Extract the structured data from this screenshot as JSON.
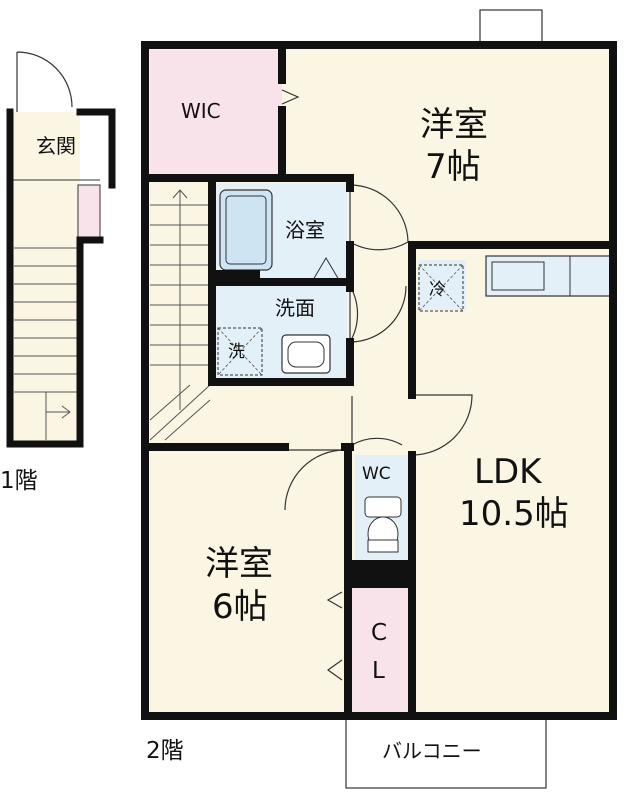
{
  "floor1": {
    "label": "1階",
    "entrance": "玄関"
  },
  "floor2": {
    "label": "2階",
    "rooms": {
      "wic": "WIC",
      "western7": {
        "name": "洋室",
        "size": "7帖"
      },
      "bath": "浴室",
      "washroom": "洗面",
      "washer": "洗",
      "fridge": "冷",
      "wc": "WC",
      "ldk": {
        "name": "LDK",
        "size": "10.5帖"
      },
      "western6": {
        "name": "洋室",
        "size": "6帖"
      },
      "closet": {
        "line1": "C",
        "line2": "L"
      },
      "balcony": "バルコニー"
    }
  },
  "colors": {
    "wall": "#111111",
    "floor": "#fbf5e4",
    "wic_fill": "#f8e3ea",
    "wet_fill": "#e3f0f8",
    "closet_fill": "#f8e3ea",
    "stair_line": "#555555"
  }
}
